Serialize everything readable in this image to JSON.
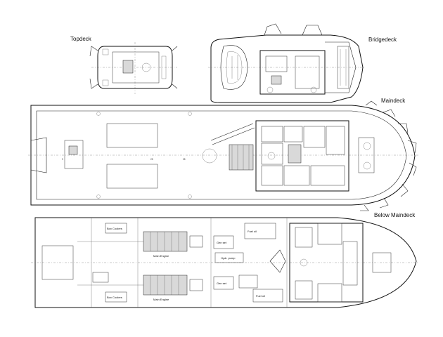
{
  "labels": {
    "topdeck": "Topdeck",
    "bridgedeck": "Bridgedeck",
    "maindeck": "Maindeck",
    "below_maindeck": "Below Maindeck"
  },
  "below_deck_rooms": {
    "box_cooler_1": "Box Coolers",
    "box_cooler_2": "Box Coolers",
    "main_engine_1": "Main Engine",
    "main_engine_2": "Main Engine",
    "hydr_pump": "Hydr. pump",
    "gen_set_1": "Gen set",
    "gen_set_2": "Gen set",
    "fuel_oil_1": "Fuel oil",
    "fuel_oil_2": "Fuel oil"
  }
}
